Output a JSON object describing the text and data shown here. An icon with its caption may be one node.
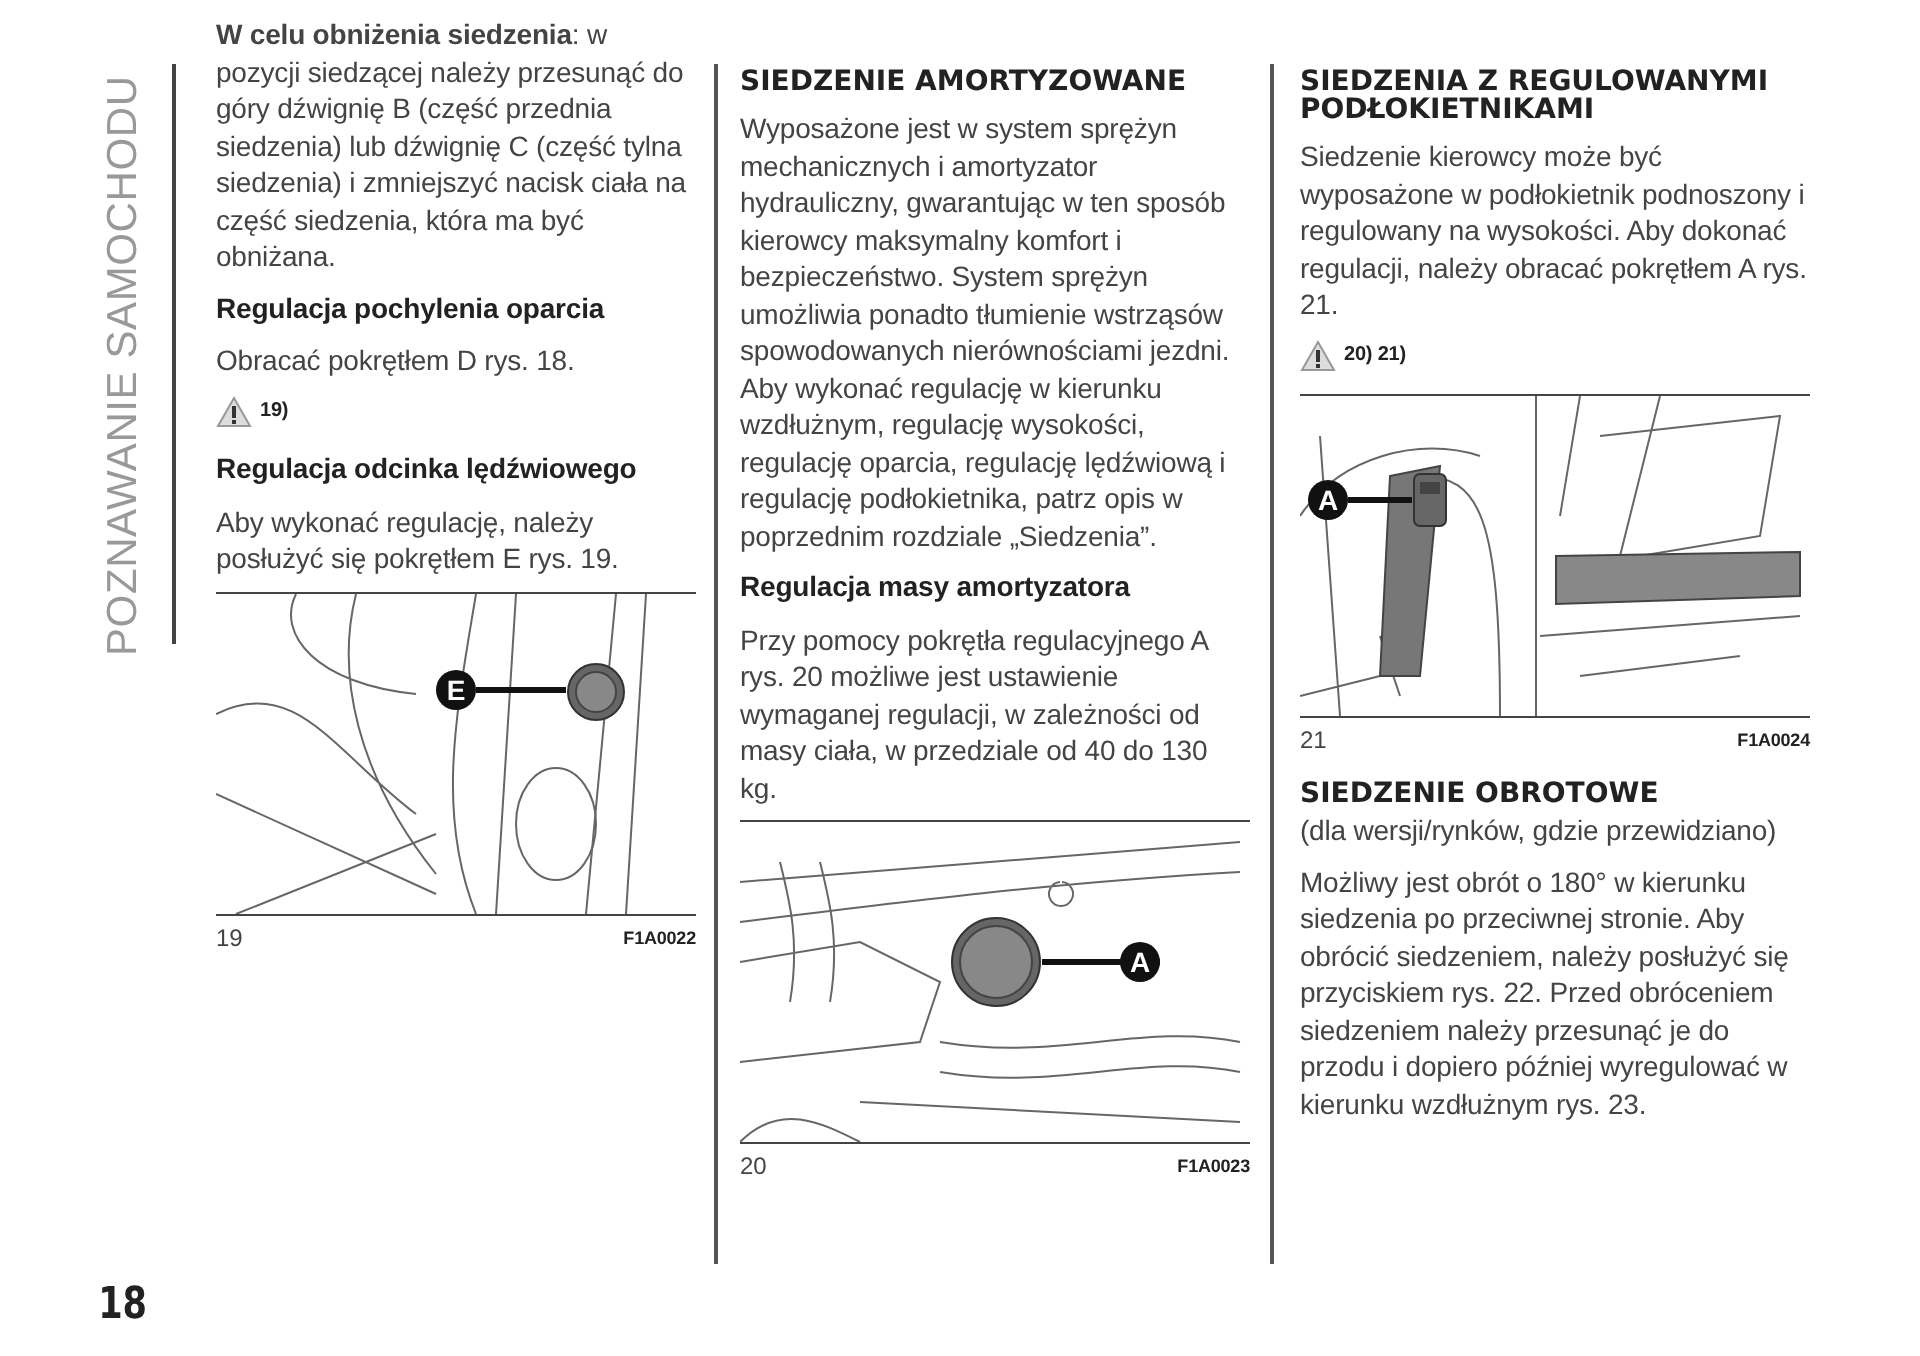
{
  "diagram": {
    "nodes": [
      {
        "text": [
          "E"
        ]
      },
      {
        "text": [],
        "shape": "picture"
      },
      {
        "text": [
          "A"
        ]
      },
      {
        "text": [],
        "shape": "picture"
      },
      {
        "text": [
          "A"
        ]
      },
      {
        "text": [],
        "shape": "picture"
      }
    ],
    "edges": [
      {
        "from": 0,
        "to": 1,
        "arrow": "none"
      },
      {
        "from": 2,
        "to": 3,
        "arrow": "none"
      },
      {
        "from": 4,
        "to": 5,
        "arrow": "none"
      }
    ],
    "labels": [
      "POZNAWANIE SAMOCHODU",
      "**W celu obniżenia siedzenia**: w pozycji siedzącej należy przesunąć do góry dźwignię B (część przednia siedzenia) lub dźwignię C (część tylna siedzenia) i zmniejszyć nacisk ciała na część siedzenia, która ma być obniżana.",
      "Regulacja pochylenia oparcia",
      "Obracać pokrętłem D rys. 18.",
      "19)",
      "Regulacja odcinka lędźwiowego",
      "Aby wykonać regulację, należy posłużyć się pokrętłem E rys. 19.",
      "19",
      "F1A0022",
      "SIEDZENIE AMORTYZOWANE",
      "Wyposażone jest w system sprężyn mechanicznych i amortyzator hydrauliczny, gwarantując w ten sposób kierowcy maksymalny komfort i bezpieczeństwo. System sprężyn umożliwia ponadto tłumienie wstrząsów spowodowanych nierównościami jezdni.",
      "Aby wykonać regulację w kierunku wzdłużnym, regulację wysokości, regulację oparcia, regulację lędźwiową i regulację podłokietnika, patrz opis w poprzednim rozdziale „Siedzenia”.",
      "Regulacja masy amortyzatora",
      "Przy pomocy pokrętła regulacyjnego A rys. 20 możliwe jest ustawienie wymaganej regulacji, w zależności od masy ciała, w przedziale od 40 do 130 kg.",
      "20",
      "F1A0023",
      "SIEDZENIA Z REGULOWANYMI PODŁOKIETNIKAMI",
      "Siedzenie kierowcy może być wyposażone w podłokietnik podnoszony i regulowany na wysokości. Aby dokonać regulacji, należy obracać pokrętłem A rys. 21.",
      "20) 21)",
      "21",
      "F1A0024",
      "SIEDZENIE OBROTOWE",
      "(dla wersji/rynków, gdzie przewidziano)",
      "Możliwy jest obrót o 180° w kierunku siedzenia po przeciwnej stronie. Aby obrócić siedzeniem, należy posłużyć się przyciskiem rys. 22. Przed obróceniem siedzeniem należy przesunąć je do przodu i dopiero później wyregulować w kierunku wzdłużnym rys. 23.",
      "18"
    ]
  }
}
